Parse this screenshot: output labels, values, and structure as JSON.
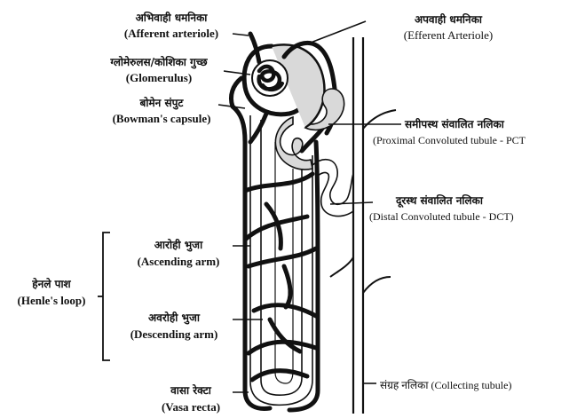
{
  "labels": {
    "afferent": {
      "hi": "अभिवाही धमनिका",
      "en": "(Afferent arteriole)"
    },
    "efferent": {
      "hi": "अपवाही धमनिका",
      "en": "(Efferent Arteriole)"
    },
    "glomerulus": {
      "hi": "ग्लोमेरुलस/कोशिका गुच्छ",
      "en": "(Glomerulus)"
    },
    "bowman": {
      "hi": "बोमेन संपुट",
      "en": "(Bowman's capsule)"
    },
    "pct": {
      "hi": "समीपस्थ संवालित नलिका",
      "en": "(Proximal Convoluted tubule - PCT"
    },
    "dct": {
      "hi": "दूरस्थ संवालित नलिका",
      "en": "(Distal Convoluted tubule - DCT)"
    },
    "ascending": {
      "hi": "आरोही भुजा",
      "en": "(Ascending arm)"
    },
    "descending": {
      "hi": "अवरोही भुजा",
      "en": "(Descending arm)"
    },
    "henle": {
      "hi": "हेनले पाश",
      "en": "(Henle's loop)"
    },
    "vasa": {
      "hi": "वासा रेक्टा",
      "en": "(Vasa recta)"
    },
    "collecting": {
      "text": "संग्रह नलिका (Collecting tubule)"
    }
  },
  "colors": {
    "ink": "#111111",
    "tubule_fill": "#d9d9d9"
  }
}
